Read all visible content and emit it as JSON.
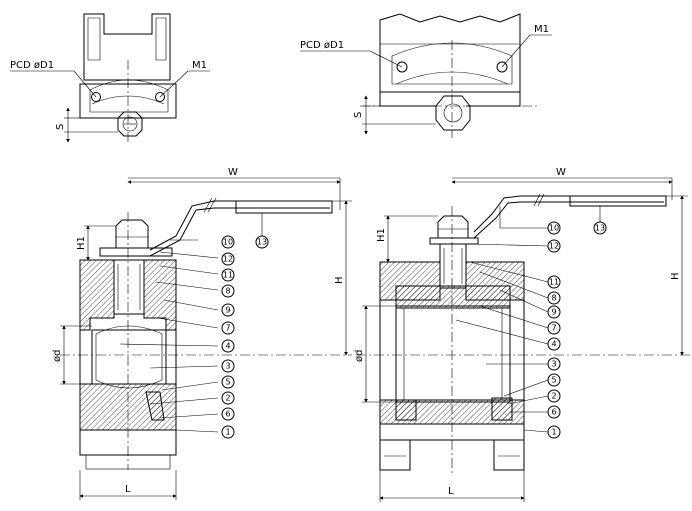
{
  "labels": {
    "pcd": "PCD  øD1",
    "m1": "M1",
    "s": "S",
    "w": "W",
    "h": "H",
    "h1": "H1",
    "d": "ød",
    "l": "L"
  },
  "parts_left": [
    "1",
    "2",
    "3",
    "4",
    "5",
    "6",
    "7",
    "8",
    "9",
    "10",
    "11",
    "12",
    "13"
  ],
  "parts_right": [
    "1",
    "2",
    "3",
    "4",
    "5",
    "6",
    "7",
    "8",
    "9",
    "10",
    "11",
    "12",
    "13"
  ]
}
